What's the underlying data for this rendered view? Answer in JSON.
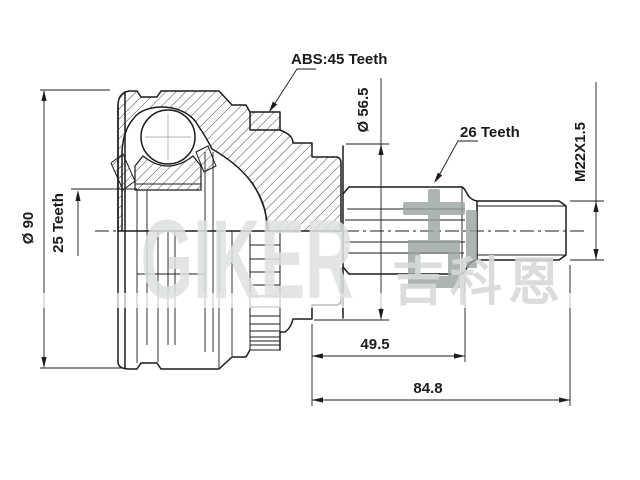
{
  "drawing": {
    "labels": {
      "abs_ring": "ABS:45 Teeth",
      "outer_spline": "26 Teeth",
      "inner_spline": "25 Teeth"
    },
    "dimensions": {
      "body_diameter": "Ø 90",
      "flange_diameter": "Ø 56.5",
      "thread_spec": "M22X1.5",
      "spline_section_length": "49.5",
      "overall_length": "84.8"
    },
    "watermark": {
      "brand": "GIKER",
      "brand_cn": "吉科恩"
    },
    "colors": {
      "line": "#1c1c1c",
      "watermark_light": "#dde1df",
      "watermark_dark": "#99a39e"
    }
  }
}
